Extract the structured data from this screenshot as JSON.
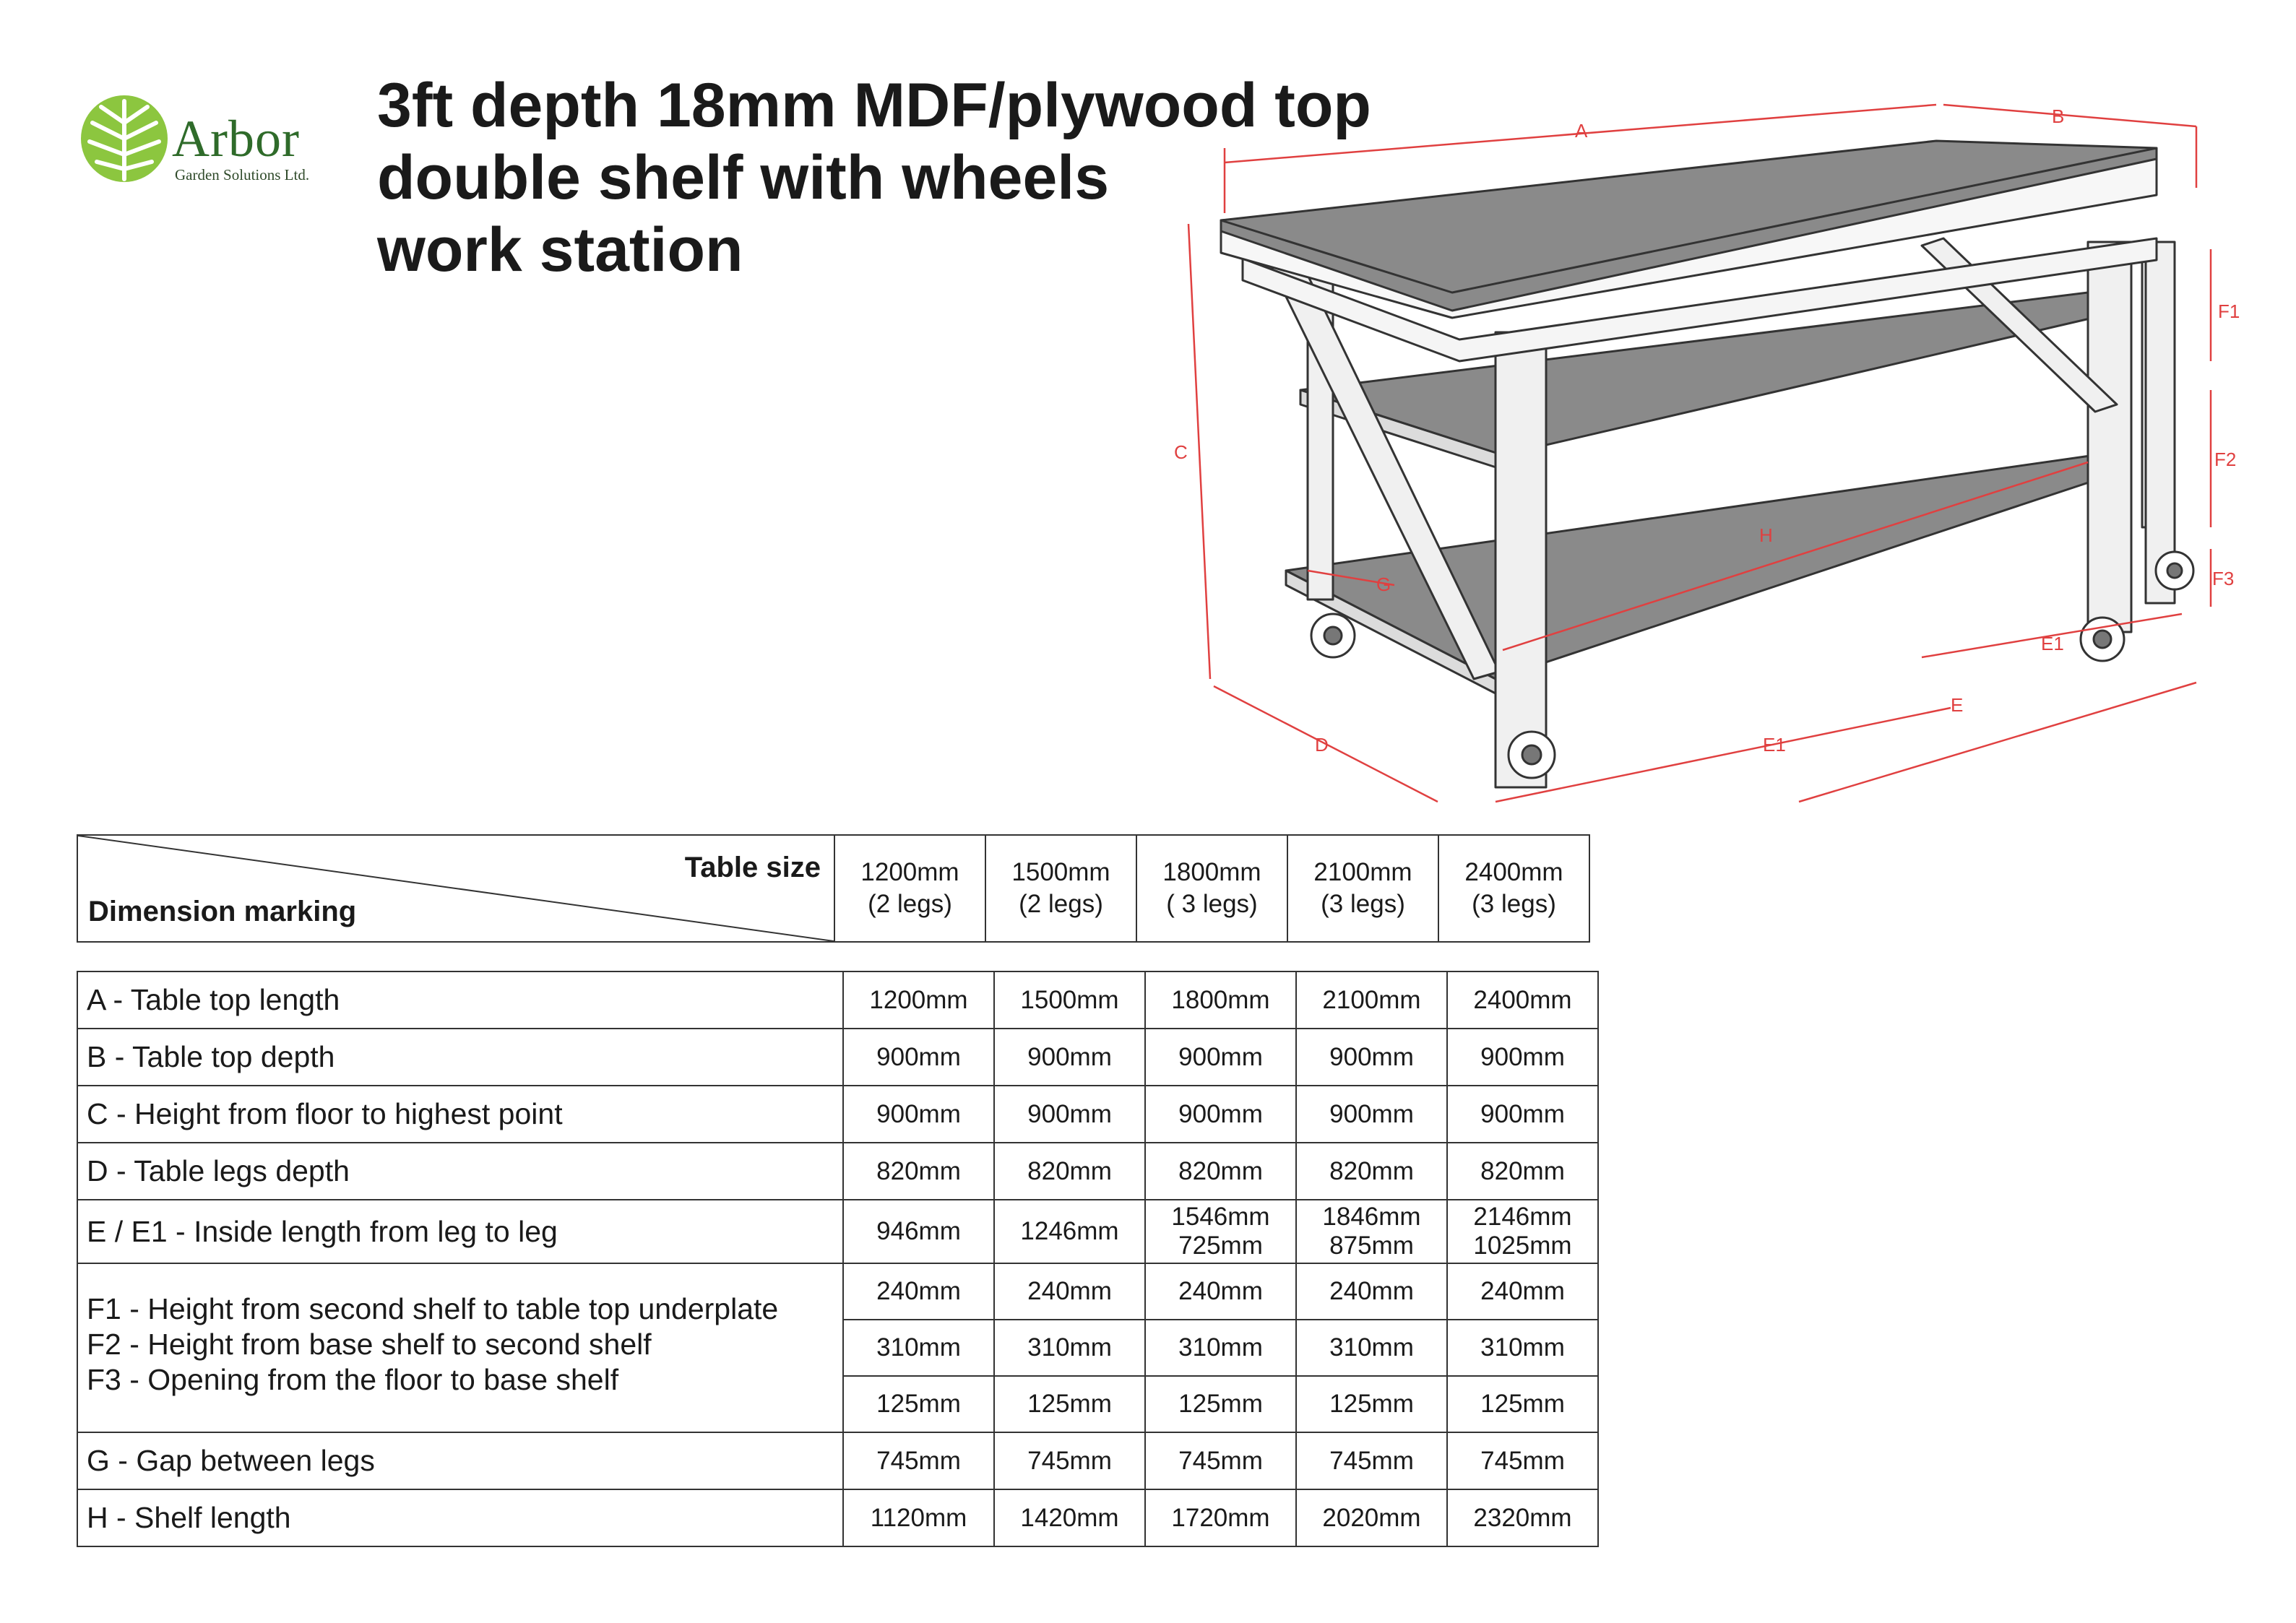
{
  "brand": {
    "name": "Arbor",
    "subtitle": "Garden Solutions Ltd.",
    "leaf_color": "#8cc63f"
  },
  "title_lines": [
    "3ft depth 18mm MDF/plywood top",
    "double shelf with wheels",
    "work station"
  ],
  "diagram_labels": {
    "A": "A",
    "B": "B",
    "C": "C",
    "D": "D",
    "E": "E",
    "E1": "E1",
    "F1": "F1",
    "F2": "F2",
    "F3": "F3",
    "G": "G",
    "H": "H",
    "dimension_color": "#e04040"
  },
  "header": {
    "table_size_label": "Table size",
    "dimension_marking_label": "Dimension marking",
    "sizes": [
      {
        "length": "1200mm",
        "legs": "(2 legs)"
      },
      {
        "length": "1500mm",
        "legs": "(2 legs)"
      },
      {
        "length": "1800mm",
        "legs": "( 3 legs)"
      },
      {
        "length": "2100mm",
        "legs": "(3 legs)"
      },
      {
        "length": "2400mm",
        "legs": "(3 legs)"
      }
    ]
  },
  "rows": [
    {
      "label": "A - Table top length",
      "values": [
        "1200mm",
        "1500mm",
        "1800mm",
        "2100mm",
        "2400mm"
      ]
    },
    {
      "label": "B - Table top depth",
      "values": [
        "900mm",
        "900mm",
        "900mm",
        "900mm",
        "900mm"
      ]
    },
    {
      "label": "C - Height from floor to highest point",
      "values": [
        "900mm",
        "900mm",
        "900mm",
        "900mm",
        "900mm"
      ]
    },
    {
      "label": "D - Table legs depth",
      "values": [
        "820mm",
        "820mm",
        "820mm",
        "820mm",
        "820mm"
      ]
    },
    {
      "label": "E / E1 - Inside length from leg to leg",
      "values": [
        {
          "a": "946mm",
          "b": ""
        },
        {
          "a": "1246mm",
          "b": ""
        },
        {
          "a": "1546mm",
          "b": "725mm"
        },
        {
          "a": "1846mm",
          "b": "875mm"
        },
        {
          "a": "2146mm",
          "b": "1025mm"
        }
      ]
    }
  ],
  "f_group": {
    "labels": [
      "F1 - Height from second shelf to table top underplate",
      "F2 - Height from base shelf to second shelf",
      "F3 - Opening from the floor to base shelf"
    ],
    "F1": [
      "240mm",
      "240mm",
      "240mm",
      "240mm",
      "240mm"
    ],
    "F2": [
      "310mm",
      "310mm",
      "310mm",
      "310mm",
      "310mm"
    ],
    "F3": [
      "125mm",
      "125mm",
      "125mm",
      "125mm",
      "125mm"
    ]
  },
  "rows_tail": [
    {
      "label": "G - Gap between legs",
      "values": [
        "745mm",
        "745mm",
        "745mm",
        "745mm",
        "745mm"
      ]
    },
    {
      "label": "H - Shelf length",
      "values": [
        "1120mm",
        "1420mm",
        "1720mm",
        "2020mm",
        "2320mm"
      ]
    }
  ]
}
